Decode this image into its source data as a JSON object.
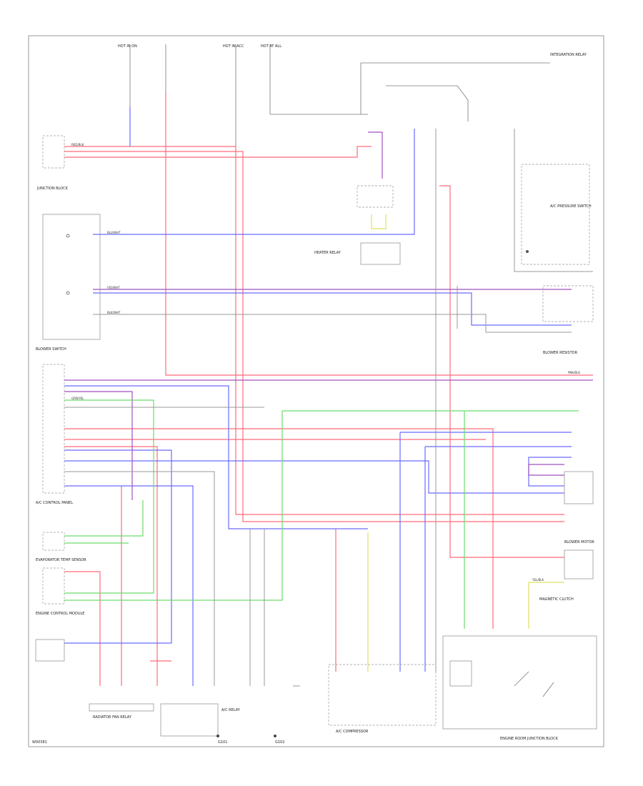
{
  "diagram": {
    "page_code": "W00381",
    "components": {
      "hot_left": "HOT IN ON",
      "hot_mid1": "HOT IN ACC",
      "hot_mid2": "HOT AT ALL",
      "jb_left": "JUNCTION BLOCK",
      "blower_switch": "BLOWER SWITCH",
      "control_panel": "A/C CONTROL PANEL",
      "heater_relay": "HEATER RELAY",
      "blower_motor": "BLOWER MOTOR",
      "blower_resistor": "BLOWER RESISTOR",
      "compressor": "A/C COMPRESSOR",
      "magnetic_clutch": "MAGNETIC CLUTCH",
      "engine_ecm": "ENGINE CONTROL MODULE",
      "evap_temp_sensor": "EVAPORATOR TEMP SENSOR",
      "pressure_switch": "A/C PRESSURE SWITCH",
      "ground_left": "G101",
      "ground_mid": "G102",
      "bottom_left_block": "RADIATOR FAN RELAY",
      "bottom_mid_block": "A/C RELAY",
      "bottom_right_block": "ENGINE ROOM JUNCTION BLOCK",
      "right_top_block": "INTEGRATION RELAY"
    },
    "wire_labels": {
      "red": "RED/BLK",
      "blue": "BLU/WHT",
      "green": "GRN/YEL",
      "violet": "VIO/WHT",
      "black": "BLK/WHT",
      "yellow": "YEL/BLK",
      "pink": "PNK/BLK"
    }
  }
}
